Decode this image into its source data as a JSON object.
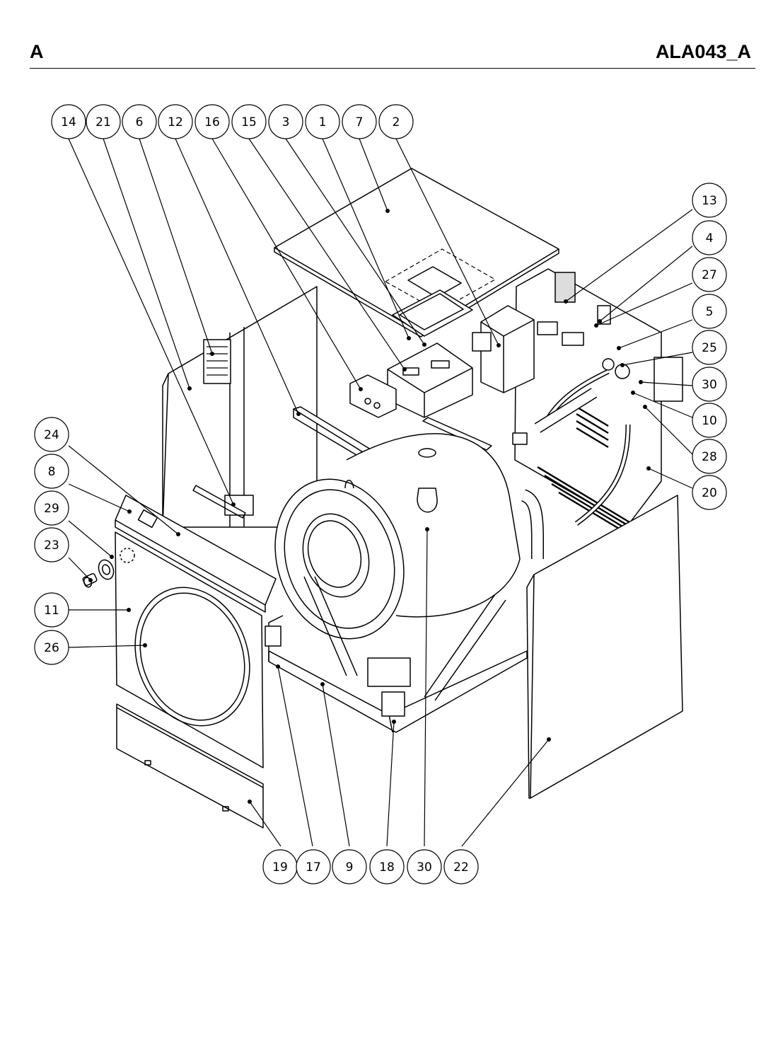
{
  "header": {
    "section_label": "A",
    "drawing_code": "ALA043_A"
  },
  "callouts": [
    {
      "id": "c14",
      "label": "14"
    },
    {
      "id": "c21",
      "label": "21"
    },
    {
      "id": "c6",
      "label": "6"
    },
    {
      "id": "c12",
      "label": "12"
    },
    {
      "id": "c16",
      "label": "16"
    },
    {
      "id": "c15",
      "label": "15"
    },
    {
      "id": "c3",
      "label": "3"
    },
    {
      "id": "c1",
      "label": "1"
    },
    {
      "id": "c7",
      "label": "7"
    },
    {
      "id": "c2",
      "label": "2"
    },
    {
      "id": "c13",
      "label": "13"
    },
    {
      "id": "c4",
      "label": "4"
    },
    {
      "id": "c27",
      "label": "27"
    },
    {
      "id": "c5",
      "label": "5"
    },
    {
      "id": "c25",
      "label": "25"
    },
    {
      "id": "c30r",
      "label": "30"
    },
    {
      "id": "c10",
      "label": "10"
    },
    {
      "id": "c28",
      "label": "28"
    },
    {
      "id": "c20",
      "label": "20"
    },
    {
      "id": "c24",
      "label": "24"
    },
    {
      "id": "c8",
      "label": "8"
    },
    {
      "id": "c29",
      "label": "29"
    },
    {
      "id": "c23",
      "label": "23"
    },
    {
      "id": "c11",
      "label": "11"
    },
    {
      "id": "c26",
      "label": "26"
    },
    {
      "id": "c19",
      "label": "19"
    },
    {
      "id": "c17",
      "label": "17"
    },
    {
      "id": "c9",
      "label": "9"
    },
    {
      "id": "c18",
      "label": "18"
    },
    {
      "id": "c30b",
      "label": "30"
    },
    {
      "id": "c22",
      "label": "22"
    }
  ]
}
